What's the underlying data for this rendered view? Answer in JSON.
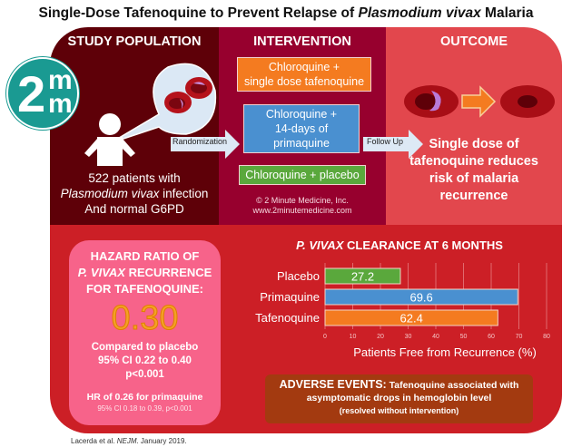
{
  "title": {
    "prefix": "Single-Dose Tafenoquine to Prevent Relapse of ",
    "italic": "Plasmodium vivax",
    "suffix": " Malaria"
  },
  "logo": {
    "big": "2",
    "small_top": "m",
    "small_bottom": "m"
  },
  "panels": {
    "study_population": {
      "header": "STUDY POPULATION",
      "line1": "522 patients with",
      "line2_italic": "Plasmodium vivax",
      "line2_rest": " infection",
      "line3": "And normal G6PD"
    },
    "intervention": {
      "header": "INTERVENTION",
      "arms": [
        {
          "line1": "Chloroquine +",
          "line2": "single dose tafenoquine",
          "color": "#f47b20"
        },
        {
          "line1": "Chloroquine +",
          "line2": "14-days of",
          "line3": "primaquine",
          "color": "#4a90d0"
        },
        {
          "line1": "Chloroquine + placebo",
          "color": "#5aa83c"
        }
      ],
      "copyright": "© 2 Minute Medicine, Inc.",
      "website": "www.2minutemedicine.com"
    },
    "outcome": {
      "header": "OUTCOME",
      "line1": "Single dose of",
      "line2": "tafenoquine reduces",
      "line3": "risk of malaria",
      "line4": "recurrence"
    }
  },
  "arrows": {
    "randomization": "Randomization",
    "follow_up": "Follow Up"
  },
  "hazard_ratio": {
    "heading1": "HAZARD RATIO OF",
    "heading2_italic": "P. VIVAX",
    "heading2_rest": " RECURRENCE",
    "heading3": "FOR TAFENOQUINE:",
    "value": "0.30",
    "compare1": "Compared to placebo",
    "compare2": "95% CI 0.22 to 0.40",
    "compare3": "p<0.001",
    "primaquine1": "HR of 0.26 for primaquine",
    "primaquine2": "95% CI 0.18 to 0.39, p<0.001"
  },
  "chart_data": {
    "type": "bar",
    "orientation": "horizontal",
    "title_italic": "P. VIVAX",
    "title_rest": " CLEARANCE AT 6 MONTHS",
    "categories": [
      "Placebo",
      "Primaquine",
      "Tafenoquine"
    ],
    "values": [
      27.2,
      69.6,
      62.4
    ],
    "value_labels": [
      "27.2",
      "69.6",
      "62.4"
    ],
    "colors": [
      "#5aa83c",
      "#4a90d0",
      "#f47b20"
    ],
    "xlabel": "Patients Free from Recurrence (%)",
    "ylabel": "",
    "xlim": [
      0,
      80
    ],
    "xticks": [
      0,
      10,
      20,
      30,
      40,
      50,
      60,
      70,
      80
    ],
    "grid": true
  },
  "adverse_events": {
    "lead": "ADVERSE EVENTS:",
    "text1": " Tafenoquine associated with",
    "text2": "asymptomatic drops in hemoglobin level",
    "text3": "(resolved without intervention)"
  },
  "citation": {
    "prefix": "Lacerda et al. ",
    "journal": "NEJM",
    "suffix": ". January 2019."
  }
}
